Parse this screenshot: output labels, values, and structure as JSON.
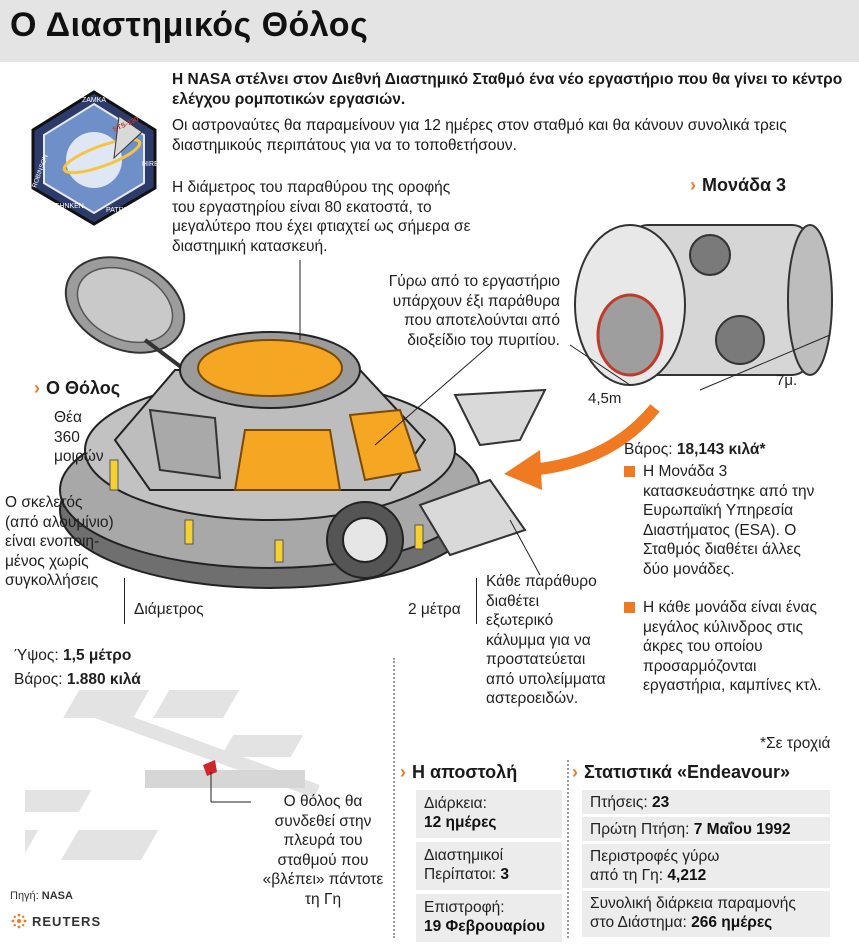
{
  "title": "Ο Διαστημικός Θόλος",
  "patch": {
    "names": [
      "ZAMKA",
      "VIRTS",
      "ROBINSON",
      "HIRE",
      "BEHNKEN",
      "PATRICK"
    ],
    "mission": "STS-130"
  },
  "intro": {
    "lead": "Η NASA στέλνει στον Διεθνή Διαστημικό Σταθμό ένα νέο εργαστήριο που θα γίνει το κέντρο ελέγχου ρομποτικών εργασιών.",
    "body": "Οι αστροναύτες θα παραμείνουν για 12 ημέρες στον σταθμό και θα κάνουν συνολικά τρεις διαστημικούς περιπάτους για να το τοποθετήσουν."
  },
  "callouts": {
    "roof_window": [
      "Η διάμετρος του παραθύρου της οροφής",
      "του εργαστηρίου είναι 80 εκατοστά, το",
      "μεγαλύτερο που έχει φτιαχτεί ως σήμερα σε",
      "διαστημική κατασκευή."
    ],
    "six_windows": [
      "Γύρω από το εργαστήριο",
      "υπάρχουν έξι παράθυρα",
      "που αποτελούνται από",
      "διοξείδιο του πυριτίου."
    ],
    "skeleton": [
      "Ο σκελετός",
      "(από αλουμίνιο)",
      "είναι ενοποιη-",
      "μένος χωρίς",
      "συγκολλήσεις"
    ],
    "window_cover": [
      "Κάθε παράθυρο",
      "διαθέτει",
      "εξωτερικό",
      "κάλυμμα για να",
      "προστατεύεται",
      "από υπολείμματα",
      "αστεροειδών."
    ],
    "station_side": [
      "Ο θόλος θα",
      "συνδεθεί στην",
      "πλευρά του",
      "σταθμού που",
      "«βλέπει» πάντοτε",
      "τη Γη"
    ]
  },
  "dome": {
    "heading": "Ο Θόλος",
    "view": [
      "Θέα",
      "360",
      "μοιρών"
    ],
    "diameter_label": "Διάμετρος",
    "diameter_value": "2 μέτρα",
    "height_label": "Ύψος: ",
    "height_value": "1,5 μέτρο",
    "weight_label": "Βάρος: ",
    "weight_value": "1.880 κιλά"
  },
  "module3": {
    "heading": "Μονάδα 3",
    "dim_width": "4,5m",
    "dim_length": "7μ.",
    "weight_label": "Βάρος: ",
    "weight_value": "18,143 κιλά*",
    "bullets": [
      [
        "Η Μονάδα 3",
        "κατασκευάστηκε από την",
        "Ευρωπαϊκή Υπηρεσία",
        "Διαστήματος (ESA). Ο",
        "Σταθμός διαθέτει άλλες",
        "δύο μονάδες."
      ],
      [
        "Η κάθε μονάδα είναι ένας",
        "μεγάλος κύλινδρος στις",
        "άκρες του οποίου",
        "προσαρμόζονται",
        "εργαστήρια, καμπίνες κτλ."
      ]
    ],
    "footnote": "*Σε τροχιά"
  },
  "mission": {
    "heading": "Η αποστολή",
    "items": [
      {
        "label": "Διάρκεια:",
        "value": "12 ημέρες"
      },
      {
        "label": "Διαστημικοί",
        "label2": "Περίπατοι: ",
        "value": "3"
      },
      {
        "label": "Επιστροφή:",
        "value": "19 Φεβρουαρίου"
      }
    ]
  },
  "stats": {
    "heading": "Στατιστικά «Endeavour»",
    "items": [
      {
        "label": "Πτήσεις: ",
        "value": "23"
      },
      {
        "label": "Πρώτη Πτήση: ",
        "value": "7 Μαΐου 1992"
      },
      {
        "label": "Περιστροφές γύρω",
        "label2": "από τη Γη: ",
        "value": "4,212"
      },
      {
        "label": "Συνολική διάρκεια παραμονής",
        "label2": "στο Διάστημα: ",
        "value": "266 ημέρες"
      }
    ]
  },
  "source": {
    "label": "Πηγή: ",
    "value": "NASA"
  },
  "credit": "REUTERS",
  "colors": {
    "accent": "#f07a22",
    "window": "#f5a623",
    "hull": "#b9b9b9",
    "box": "#ececec"
  }
}
